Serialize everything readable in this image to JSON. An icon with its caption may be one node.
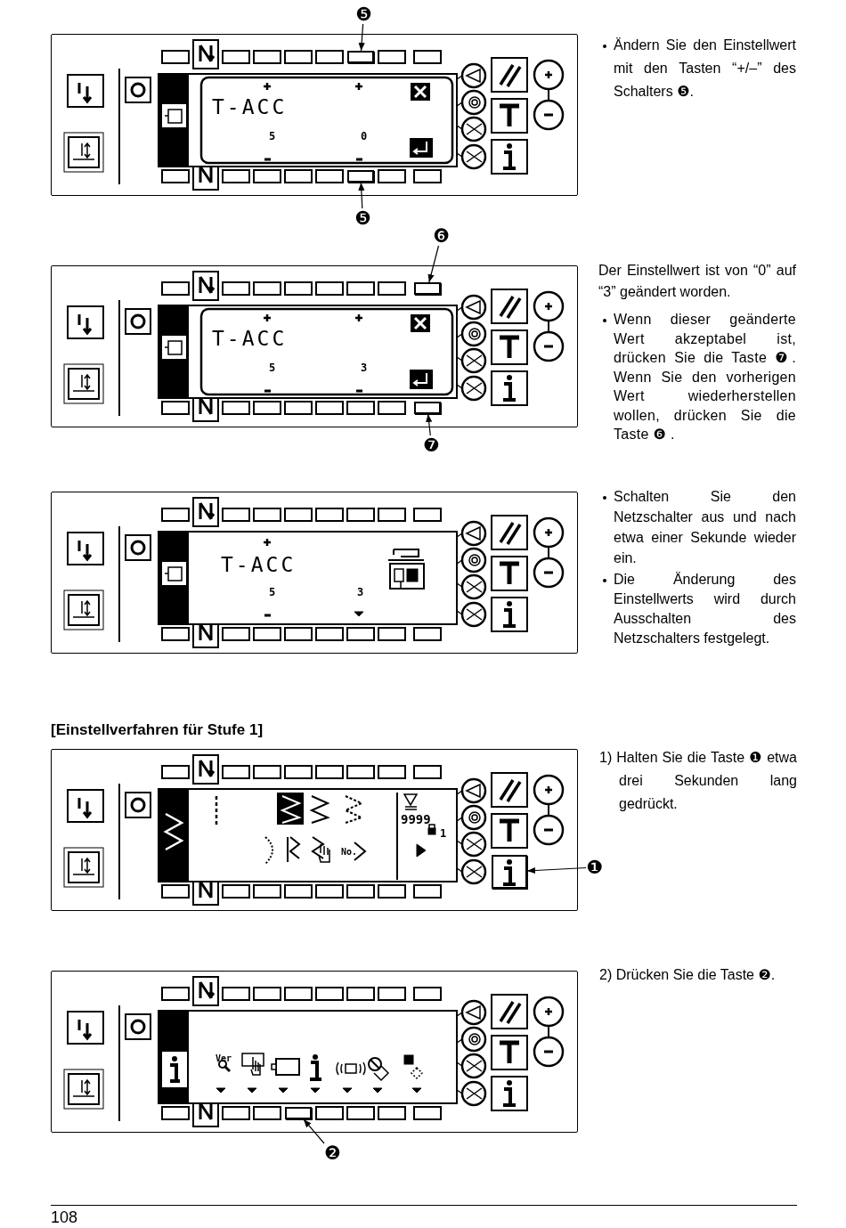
{
  "diagram": {
    "nodes": [
      {
        "text": [
          "❺"
        ]
      },
      {
        "text": [
          "T-ACC",
          "5",
          "0"
        ]
      },
      {
        "text": [],
        "shape": "box",
        "in": 1
      },
      {
        "text": [],
        "shape": "box",
        "in": 1
      },
      {
        "text": [
          "❺"
        ]
      },
      {
        "text": [
          "❻"
        ]
      },
      {
        "text": [
          "T-ACC",
          "5",
          "3"
        ]
      },
      {
        "text": [],
        "shape": "box",
        "in": 6
      },
      {
        "text": [],
        "shape": "box",
        "in": 6
      },
      {
        "text": [
          "❼"
        ]
      },
      {
        "text": [
          "T-ACC",
          "5",
          "3"
        ]
      },
      {
        "text": [
          "9999",
          "1",
          "No."
        ]
      },
      {
        "text": [],
        "shape": "box",
        "in": 11
      },
      {
        "text": [
          "❶"
        ]
      },
      {
        "text": [
          "Ver"
        ]
      },
      {
        "text": [],
        "shape": "box",
        "in": 14
      },
      {
        "text": [
          "❷"
        ]
      }
    ],
    "edges": [
      {
        "from": 0,
        "to": 2,
        "arrow": "to"
      },
      {
        "from": 4,
        "to": 3,
        "arrow": "to"
      },
      {
        "from": 5,
        "to": 7,
        "arrow": "to"
      },
      {
        "from": 9,
        "to": 8,
        "arrow": "to"
      },
      {
        "from": 13,
        "to": 12,
        "arrow": "to"
      },
      {
        "from": 16,
        "to": 15,
        "arrow": "to"
      }
    ],
    "labels": [
      "Ändern Sie den Einstellwert mit den Tasten “+/–” des Schalters ❺.",
      "Der Einstellwert ist von “0” auf “3” geändert worden.",
      "Wenn dieser geänderte Wert akzeptabel ist, drücken Sie die Taste ❼. Wenn Sie den vorherigen Wert wiederherstellen wollen, drücken Sie die Taste ❻ .",
      "Schalten Sie den Netzschalter aus und nach etwa einer Sekunde wieder ein.",
      "Die Änderung des Einstellwerts wird durch Ausschalten des Netzschalters festgelegt.",
      "[Einstellverfahren für Stufe 1]",
      "1) Halten Sie die Taste ❶ etwa drei Sekunden lang gedrückt.",
      "2) Drücken Sie die Taste ❷.",
      "108"
    ]
  }
}
